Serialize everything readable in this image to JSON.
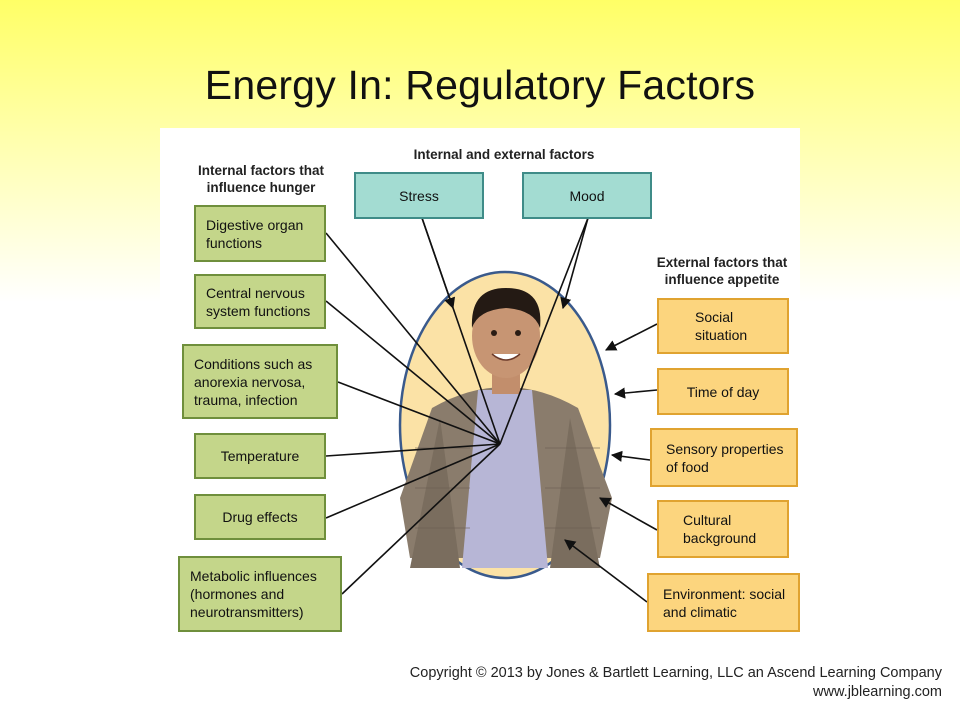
{
  "slide": {
    "title": "Energy In: Regulatory Factors",
    "copyright_line1": "Copyright © 2013 by Jones & Bartlett Learning, LLC an Ascend Learning Company",
    "copyright_line2": "www.jblearning.com"
  },
  "diagram": {
    "headers": {
      "internal": "Internal factors that influence hunger",
      "both": "Internal and external factors",
      "external": "External factors that influence appetite"
    },
    "internal_factors": [
      "Digestive organ functions",
      "Central nervous system functions",
      "Conditions such as anorexia nervosa, trauma, infection",
      "Temperature",
      "Drug effects",
      "Metabolic influences (hormones and neurotransmitters)"
    ],
    "shared_factors": [
      "Stress",
      "Mood"
    ],
    "external_factors": [
      "Social situation",
      "Time of day",
      "Sensory properties of food",
      "Cultural background",
      "Environment: social and climatic"
    ],
    "colors": {
      "internal_fill": "#c4d68a",
      "shared_fill": "#a3dcd2",
      "external_fill": "#fcd57e",
      "oval_fill": "#fbe2a6",
      "oval_stroke": "#3a5a8c"
    }
  }
}
